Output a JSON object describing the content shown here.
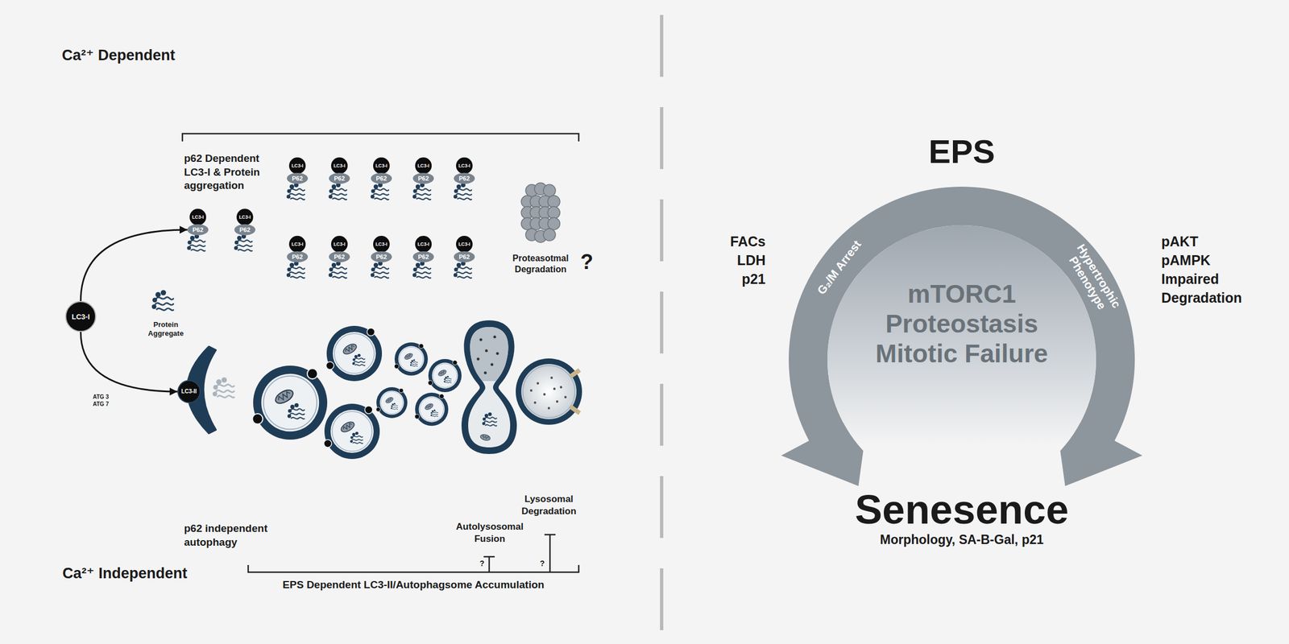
{
  "diagram": {
    "nodes": [
      {
        "text": [
          "LC3-I"
        ]
      },
      {
        "text": [
          "LC3-I"
        ]
      },
      {
        "text": [
          "P62"
        ]
      },
      {
        "text": [
          "LC3-I"
        ]
      },
      {
        "text": [
          "P62"
        ]
      },
      {
        "text": [
          "LC3-I"
        ]
      },
      {
        "text": [
          "P62"
        ]
      },
      {
        "text": [
          "LC3-I"
        ]
      },
      {
        "text": [
          "P62"
        ]
      },
      {
        "text": [
          "LC3-I"
        ]
      },
      {
        "text": [
          "P62"
        ]
      },
      {
        "text": [
          "LC3-I"
        ]
      },
      {
        "text": [
          "P62"
        ]
      },
      {
        "text": [
          "LC3-I"
        ]
      },
      {
        "text": [
          "P62"
        ]
      },
      {
        "text": [
          "LC3-I"
        ]
      },
      {
        "text": [
          "P62"
        ]
      },
      {
        "text": [
          "LC3-I"
        ]
      },
      {
        "text": [
          "P62"
        ]
      },
      {
        "text": [
          "LC3-I"
        ]
      },
      {
        "text": [
          "P62"
        ]
      },
      {
        "text": [
          "LC3-I"
        ]
      },
      {
        "text": [
          "P62"
        ]
      },
      {
        "text": [
          "LC3-I"
        ]
      },
      {
        "text": [
          "P62"
        ]
      },
      {
        "text": [
          "LC3-II"
        ]
      },
      {
        "text": [
          "G₂/M Arrest",
          "Hypertrophic Phenotype"
        ]
      },
      {
        "text": [
          "mTORC1 Proteostasis Mitotic Failure"
        ],
        "in": 26
      }
    ],
    "edges": [
      {
        "from": 0,
        "to": 2,
        "arrow": "to"
      },
      {
        "from": 0,
        "to": 25,
        "label": "ATG 3 ATG 7",
        "arrow": "to"
      }
    ],
    "labels": [
      "Ca²⁺ Dependent",
      "p62 Dependent LC3-I & Protein aggregation",
      "Proteasotmal Degradation",
      "?",
      "Protein Aggregate",
      "EPS",
      "FACs LDH p21",
      "pAKT pAMPK Impaired Degradation",
      "Lysosomal Degradation",
      "Autolysosomal Fusion",
      "p62 independent autophagy",
      "?",
      "?",
      "Senesence",
      "Morphology, SA-B-Gal, p21",
      "Ca²⁺ Independent",
      "EPS Dependent LC3-II/Autophagsome Accumulation"
    ]
  }
}
